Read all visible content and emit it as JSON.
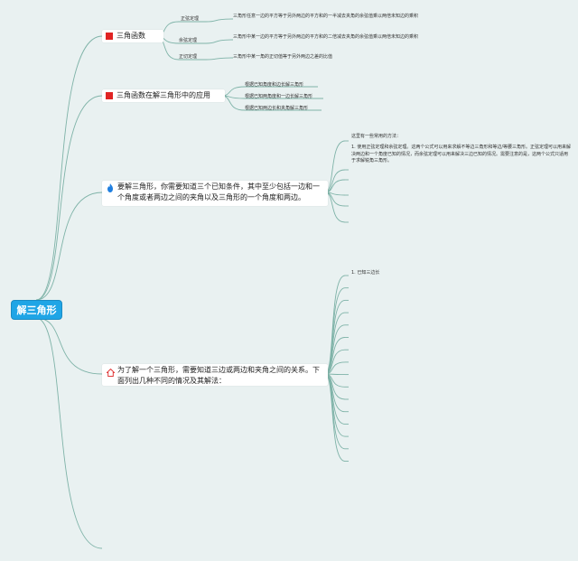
{
  "root": {
    "label": "解三角形"
  },
  "topics": [
    {
      "id": "t1",
      "label": "三角函数",
      "icon": "red-flag-icon",
      "children": [
        {
          "label": "正弦定理",
          "desc": "三角形任意一边的平方等于另外两边的平方和的一半减去夹角的余弦值乘以两倍未知边的乘积"
        },
        {
          "label": "余弦定理",
          "desc": "三角形中某一边的平方等于另外两边的平方和的二倍减去夹角的余弦值乘以两倍未知边的乘积"
        },
        {
          "label": "正切定理",
          "desc": "三角形中某一角的正切值等于另外两边之差的比值"
        }
      ]
    },
    {
      "id": "t2",
      "label": "三角函数在解三角形中的应用",
      "icon": "red-flag-icon",
      "children": [
        {
          "label": "根据已知角度和边长解三角形"
        },
        {
          "label": "根据已知两角度和一边长解三角形"
        },
        {
          "label": "根据已知两边长和夹角解三角形"
        }
      ]
    },
    {
      "id": "t3",
      "label": "要解三角形，你需要知道三个已知条件，其中至少包括一边和一个角度或者两边之间的夹角以及三角形的一个角度和两边。",
      "icon": "fire-icon",
      "notes": [
        "这里有一些常用的方法：",
        "1. 使用正弦定理和余弦定理。这两个公式可以用来求解不等边三角形和等边/等腰三角形。正弦定理可以用来解决两边和一个角度已知的情况，而余弦定理可以用来解决三边已知的情况。需要注意的是，这两个公式只适用于求解锐角三角形。"
      ]
    },
    {
      "id": "t4",
      "label": "为了解一个三角形，需要知道三边或两边和夹角之间的关系。下面列出几种不同的情况及其解法：",
      "icon": "house-icon",
      "notes": [
        "1. 已知三边长"
      ]
    }
  ]
}
